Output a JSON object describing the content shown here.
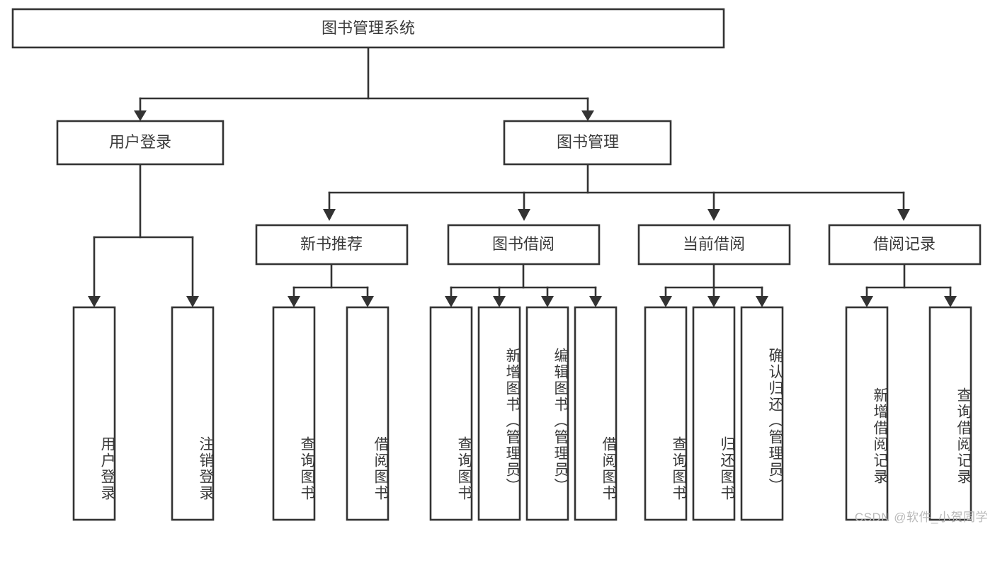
{
  "diagram": {
    "type": "hierarchy-tree",
    "title": "图书管理系统",
    "watermark": "CSDN @软件_小贺同学",
    "colors": {
      "box_stroke": "#333333",
      "box_fill": "#ffffff",
      "text": "#3a3a3a",
      "background": "#ffffff",
      "watermark": "#b9b9b9"
    },
    "levels": [
      {
        "level": 1,
        "nodes": [
          {
            "id": "root",
            "label": "图书管理系统",
            "orientation": "horizontal"
          }
        ]
      },
      {
        "level": 2,
        "nodes": [
          {
            "id": "user-login",
            "label": "用户登录",
            "orientation": "horizontal",
            "parent": "root"
          },
          {
            "id": "book-manage",
            "label": "图书管理",
            "orientation": "horizontal",
            "parent": "root"
          }
        ]
      },
      {
        "level": 3,
        "nodes": [
          {
            "id": "new-book-recommend",
            "label": "新书推荐",
            "orientation": "horizontal",
            "parent": "book-manage"
          },
          {
            "id": "book-borrow",
            "label": "图书借阅",
            "orientation": "horizontal",
            "parent": "book-manage"
          },
          {
            "id": "current-borrow",
            "label": "当前借阅",
            "orientation": "horizontal",
            "parent": "book-manage"
          },
          {
            "id": "borrow-record",
            "label": "借阅记录",
            "orientation": "horizontal",
            "parent": "book-manage"
          }
        ]
      },
      {
        "level": 4,
        "nodes": [
          {
            "id": "leaf-user-login",
            "label": "用户登录",
            "orientation": "vertical",
            "parent": "user-login"
          },
          {
            "id": "leaf-logout-login",
            "label": "注销登录",
            "orientation": "vertical",
            "parent": "user-login"
          },
          {
            "id": "leaf-query-book-1",
            "label": "查询图书",
            "orientation": "vertical",
            "parent": "new-book-recommend"
          },
          {
            "id": "leaf-borrow-book-1",
            "label": "借阅图书",
            "orientation": "vertical",
            "parent": "new-book-recommend"
          },
          {
            "id": "leaf-query-book-2",
            "label": "查询图书",
            "orientation": "vertical",
            "parent": "book-borrow"
          },
          {
            "id": "leaf-add-book",
            "label": "新增图书（管理员）",
            "orientation": "vertical",
            "parent": "book-borrow"
          },
          {
            "id": "leaf-edit-book",
            "label": "编辑图书（管理员）",
            "orientation": "vertical",
            "parent": "book-borrow"
          },
          {
            "id": "leaf-borrow-book-2",
            "label": "借阅图书",
            "orientation": "vertical",
            "parent": "book-borrow"
          },
          {
            "id": "leaf-query-book-3",
            "label": "查询图书",
            "orientation": "vertical",
            "parent": "current-borrow"
          },
          {
            "id": "leaf-return-book",
            "label": "归还图书",
            "orientation": "vertical",
            "parent": "current-borrow"
          },
          {
            "id": "leaf-confirm-return",
            "label": "确认归还（管理员）",
            "orientation": "vertical",
            "parent": "current-borrow"
          },
          {
            "id": "leaf-add-record",
            "label": "新增借阅记录",
            "orientation": "vertical",
            "parent": "borrow-record"
          },
          {
            "id": "leaf-query-record",
            "label": "查询借阅记录",
            "orientation": "vertical",
            "parent": "borrow-record"
          }
        ]
      }
    ]
  }
}
